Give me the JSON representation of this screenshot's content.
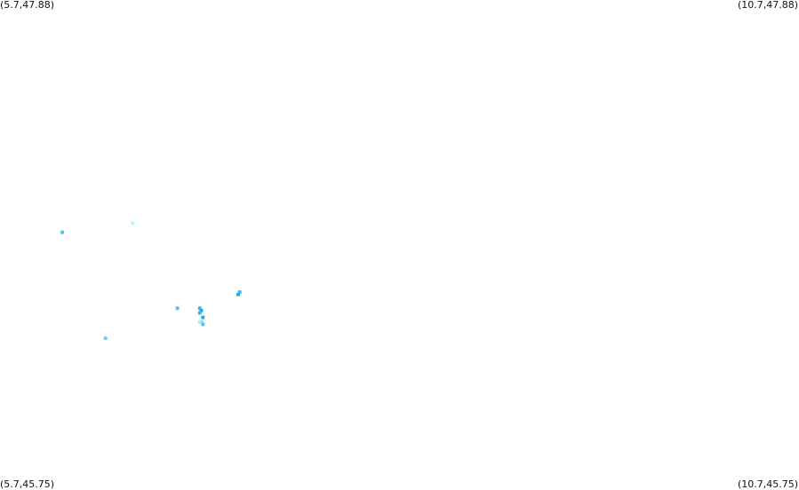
{
  "corners": {
    "top_left": "(5.7,47.88)",
    "top_right": "(10.7,47.88)",
    "bottom_left": "(5.7,45.75)",
    "bottom_right": "(10.7,45.75)"
  },
  "chart_data": {
    "type": "scatter",
    "xlim": [
      5.7,
      10.7
    ],
    "ylim": [
      45.75,
      47.88
    ],
    "grid": false,
    "points": [
      {
        "lon": 6.09,
        "lat": 46.87,
        "color": "#4fc8f2"
      },
      {
        "lon": 6.53,
        "lat": 46.91,
        "color": "#b3f5f2"
      },
      {
        "lon": 6.36,
        "lat": 46.41,
        "color": "#64d0f2"
      },
      {
        "lon": 6.81,
        "lat": 46.54,
        "color": "#52c4ee"
      },
      {
        "lon": 6.95,
        "lat": 46.54,
        "color": "#3ab6ee"
      },
      {
        "lon": 6.96,
        "lat": 46.53,
        "color": "#2aa8ea"
      },
      {
        "lon": 6.95,
        "lat": 46.52,
        "color": "#3ab6ee"
      },
      {
        "lon": 6.97,
        "lat": 46.5,
        "color": "#2aa8ea"
      },
      {
        "lon": 6.96,
        "lat": 46.48,
        "color": "#64d0f2"
      },
      {
        "lon": 6.97,
        "lat": 46.47,
        "color": "#52c4ee"
      },
      {
        "lon": 6.95,
        "lat": 46.48,
        "color": "#a6ecf4"
      },
      {
        "lon": 7.19,
        "lat": 46.6,
        "color": "#2aa8ea"
      },
      {
        "lon": 7.2,
        "lat": 46.61,
        "color": "#3ab6ee"
      }
    ]
  }
}
